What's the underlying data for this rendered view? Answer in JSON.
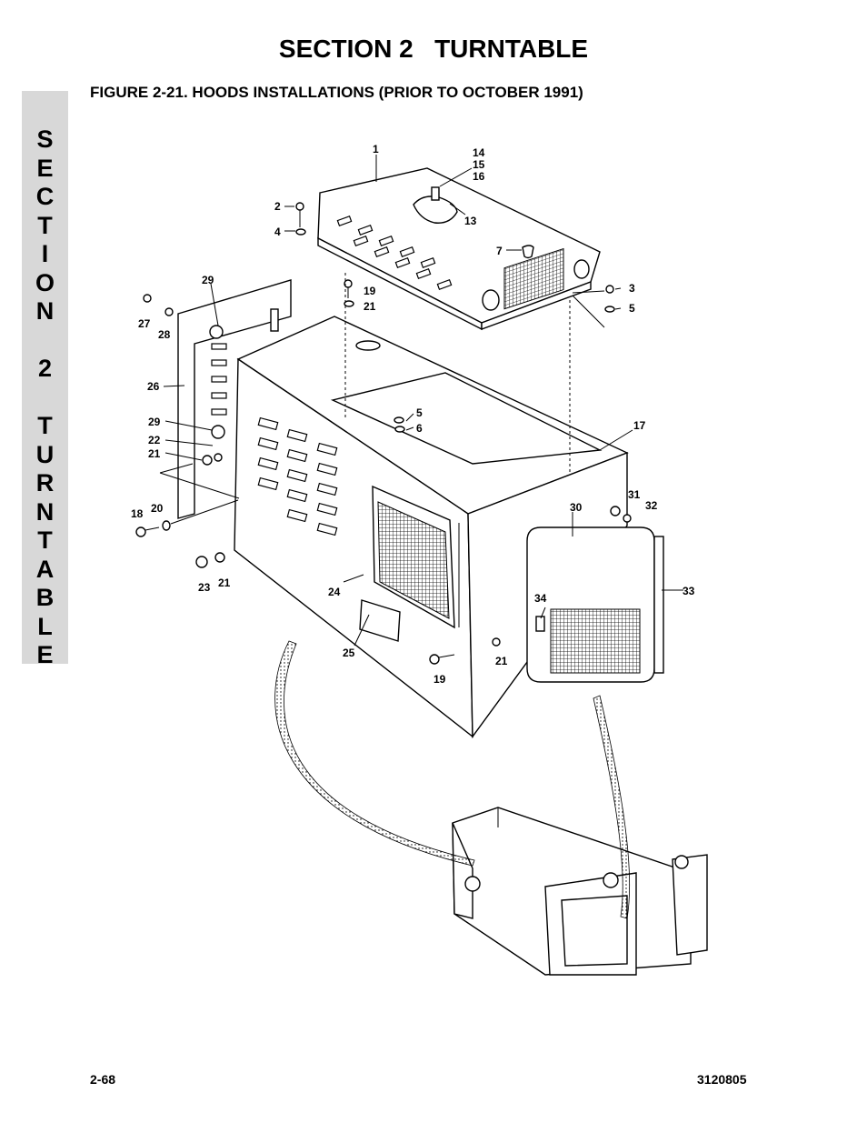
{
  "header": {
    "section_title": "SECTION 2   TURNTABLE"
  },
  "figure": {
    "title": "FIGURE 2-21.  HOODS INSTALLATIONS (PRIOR TO OCTOBER 1991)"
  },
  "side_tab": {
    "letters": [
      "S",
      "E",
      "C",
      "T",
      "I",
      "O",
      "N",
      "",
      "2",
      "",
      "T",
      "U",
      "R",
      "N",
      "T",
      "A",
      "B",
      "L",
      "E"
    ]
  },
  "callouts": {
    "c1": "1",
    "c14": "14",
    "c15": "15",
    "c16": "16",
    "c2": "2",
    "c4": "4",
    "c13": "13",
    "c7": "7",
    "c29a": "29",
    "c27": "27",
    "c28": "28",
    "c19a": "19",
    "c21a": "21",
    "c3": "3",
    "c5a": "5",
    "c26": "26",
    "c29b": "29",
    "c22": "22",
    "c21b": "21",
    "c5b": "5",
    "c6": "6",
    "c17": "17",
    "c20": "20",
    "c18": "18",
    "c31": "31",
    "c32": "32",
    "c30": "30",
    "c33": "33",
    "c34": "34",
    "c23": "23",
    "c21c": "21",
    "c24": "24",
    "c25": "25",
    "c19b": "19",
    "c21d": "21"
  },
  "footer": {
    "page_number": "2-68",
    "doc_number": "3120805"
  }
}
